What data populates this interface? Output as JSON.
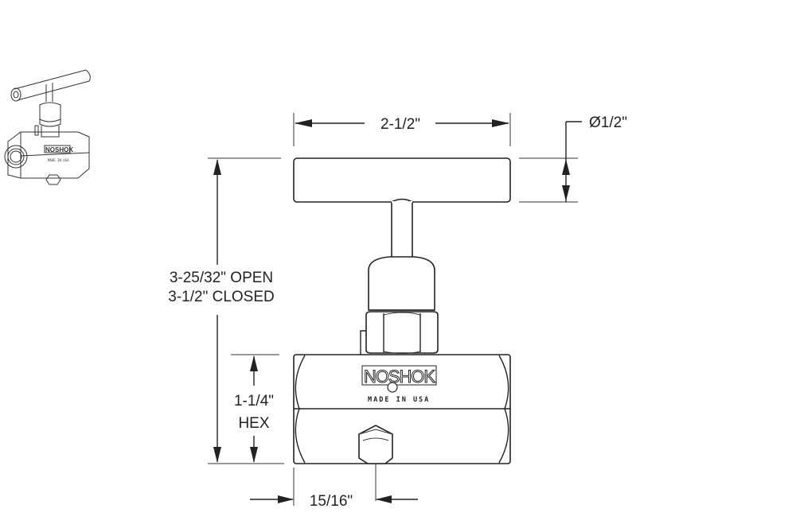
{
  "diagram": {
    "type": "technical-drawing",
    "subject": "needle valve with T-handle",
    "brand_logo": "NOSHOK",
    "body_marking": "MADE IN USA",
    "thumbnail": {
      "logo": "NOSHOK",
      "marking": "MADE IN USA"
    },
    "dimensions": {
      "handle_width": "2-1/2\"",
      "handle_diameter": "Ø1/2\"",
      "overall_height_open": "3-25/32\" OPEN",
      "overall_height_closed": "3-1/2\" CLOSED",
      "hex_size_value": "1-1/4\"",
      "hex_size_label": "HEX",
      "port_offset": "15/16\""
    },
    "colors": {
      "line": "#222222",
      "background": "#ffffff"
    }
  }
}
